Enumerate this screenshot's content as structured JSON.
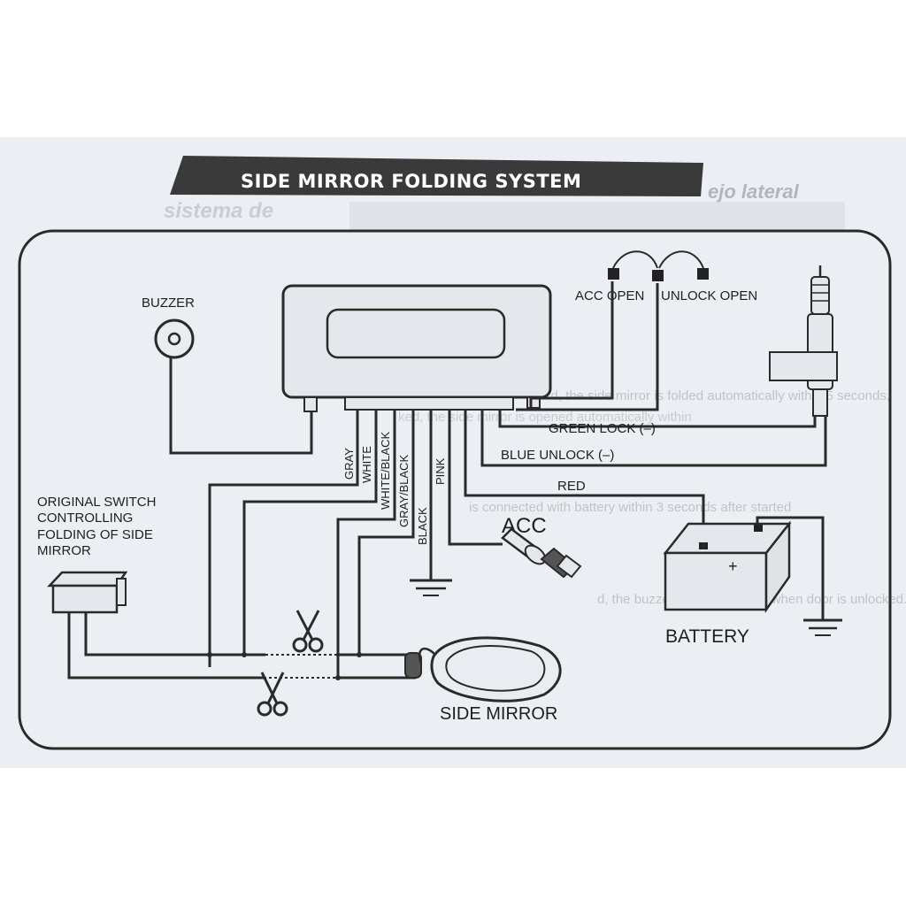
{
  "title": "SIDE MIRROR FOLDING SYSTEM",
  "ghost_title_top": "ejo lateral",
  "ghost_title_left": "sistema de",
  "labels": {
    "buzzer": "BUZZER",
    "acc_open": "ACC OPEN",
    "unlock_open": "UNLOCK OPEN",
    "green_lock": "GREEN LOCK (–)",
    "blue_unlock": "BLUE UNLOCK (–)",
    "red": "RED",
    "acc": "ACC",
    "battery": "BATTERY",
    "battery_plus": "+",
    "side_mirror": "SIDE MIRROR",
    "original_switch": [
      "ORIGINAL SWITCH",
      "CONTROLLING",
      "FOLDING OF SIDE",
      "MIRROR"
    ]
  },
  "wires": [
    "GRAY",
    "WHITE",
    "WHITE/BLACK",
    "GRAY/BLACK",
    "BLACK",
    "PINK"
  ],
  "ghost_text": [
    "d, the side mirror is folded automatically within 5 seconds,",
    "ked, the side mirror is opened automatically within",
    "is connected with battery within 3 seconds after started",
    "d, the buzzer will chime once when door is unlocked."
  ],
  "colors": {
    "banner": "#3a3a3a",
    "paper": "#e9edf1",
    "ink": "#2a2a2a"
  },
  "icons": [
    "buzzer-icon",
    "control-module",
    "door-lock-actuator-icon",
    "acc-key-icon",
    "battery-icon",
    "ground-icon",
    "scissors-icon",
    "side-mirror-icon",
    "original-switch-icon"
  ]
}
